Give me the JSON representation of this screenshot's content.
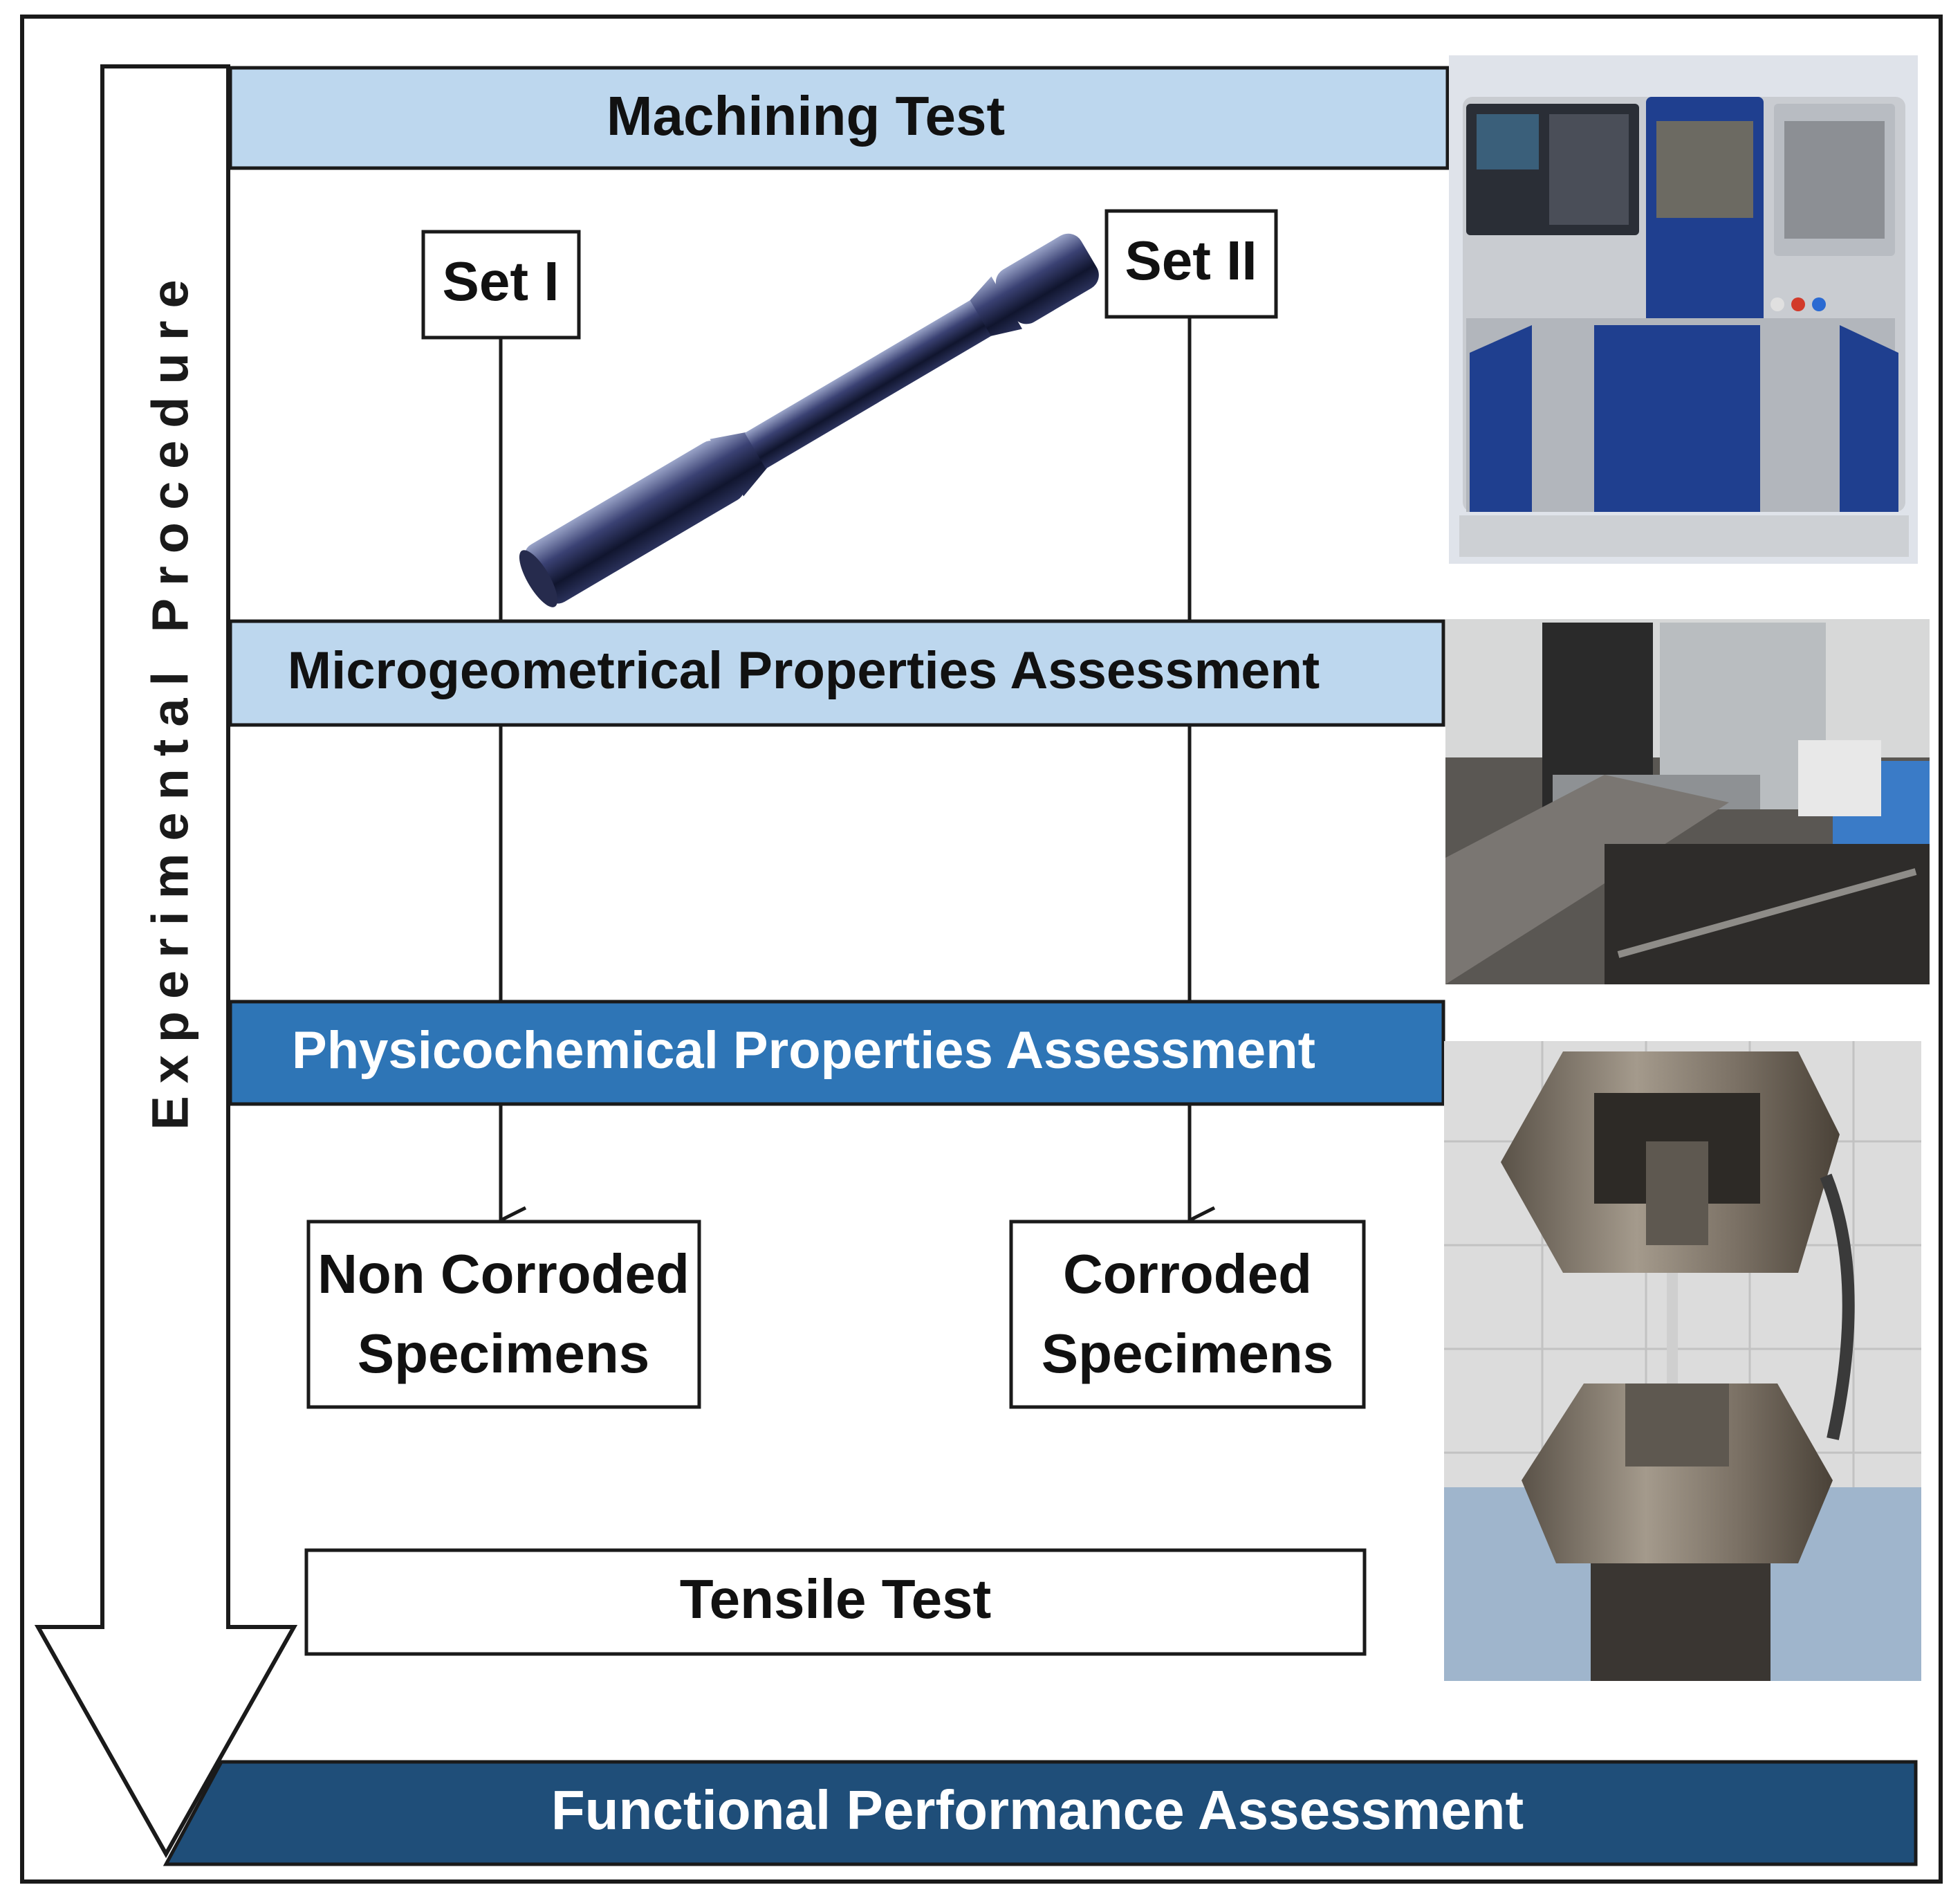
{
  "side_label": "Experimental Procedure",
  "stages": {
    "machining": "Machining Test",
    "micro": "Microgeometrical Properties Assessment",
    "physico": "Physicochemical Properties Assessment",
    "functional": "Functional Performance Assessment"
  },
  "sets": {
    "set1": "Set I",
    "set2": "Set II"
  },
  "specimens": {
    "non_corroded_line1": "Non Corroded",
    "non_corroded_line2": "Specimens",
    "corroded_line1": "Corroded",
    "corroded_line2": "Specimens"
  },
  "tensile": "Tensile Test",
  "colors": {
    "light_blue": "#bdd7ee",
    "medium_blue": "#2e75b6",
    "dark_blue": "#1f4e79",
    "border": "#1a1a1a",
    "machine_blue": "#1f3f8f"
  }
}
